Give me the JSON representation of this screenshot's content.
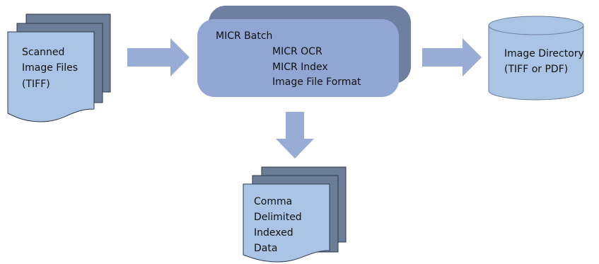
{
  "diagram": {
    "colors": {
      "doc_front": "#a9c4e4",
      "doc_back": "#6c7d97",
      "doc_outline": "#2f3a4d",
      "process_front": "#91a6d2",
      "process_back": "#6f7fa2",
      "arrow": "#99acd6",
      "cylinder": "#a9c4e4"
    },
    "scanned_files": {
      "icon": "stacked-document-icon",
      "lines": [
        "Scanned",
        "Image Files",
        "(TIFF)"
      ]
    },
    "micr_batch": {
      "icon": "stacked-process-box",
      "title": "MICR Batch",
      "steps": [
        "MICR OCR",
        "MICR Index",
        "Image File Format"
      ]
    },
    "image_directory": {
      "icon": "database-cylinder-icon",
      "lines": [
        "Image Directory",
        "(TIFF or PDF)"
      ]
    },
    "csv_output": {
      "icon": "stacked-document-icon",
      "lines": [
        "Comma",
        "Delimited",
        "Indexed",
        "Data"
      ]
    },
    "arrows": [
      "right-arrow-icon",
      "right-arrow-icon",
      "down-arrow-icon"
    ]
  }
}
